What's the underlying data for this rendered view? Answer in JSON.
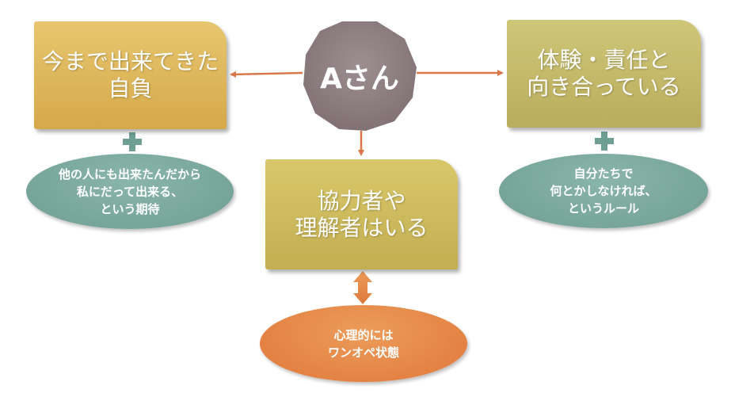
{
  "hub": {
    "label": "Aさん"
  },
  "boxes": {
    "left": {
      "line1": "今まで出来てきた",
      "line2": "自負"
    },
    "right": {
      "line1": "体験・責任と",
      "line2": "向き合っている"
    },
    "center": {
      "line1": "協力者や",
      "line2": "理解者はいる"
    }
  },
  "ovals": {
    "left": {
      "line1": "他の人にも出来たんだから",
      "line2": "私にだって出来る、",
      "line3": "という期待"
    },
    "right": {
      "line1": "自分たちで",
      "line2": "何とかしなければ、",
      "line3": "というルール"
    },
    "bottom": {
      "line1": "心理的には",
      "line2": "ワンオペ状態"
    }
  },
  "colors": {
    "hub": "#8f7f82",
    "arrow": "#d9774a",
    "plus": "#6f9e92",
    "box_left": "#dfb75b",
    "box_right": "#c4b96a",
    "box_center": "#cebb5e",
    "oval_teal": "#7aa99d",
    "oval_orange": "#e7874a"
  }
}
